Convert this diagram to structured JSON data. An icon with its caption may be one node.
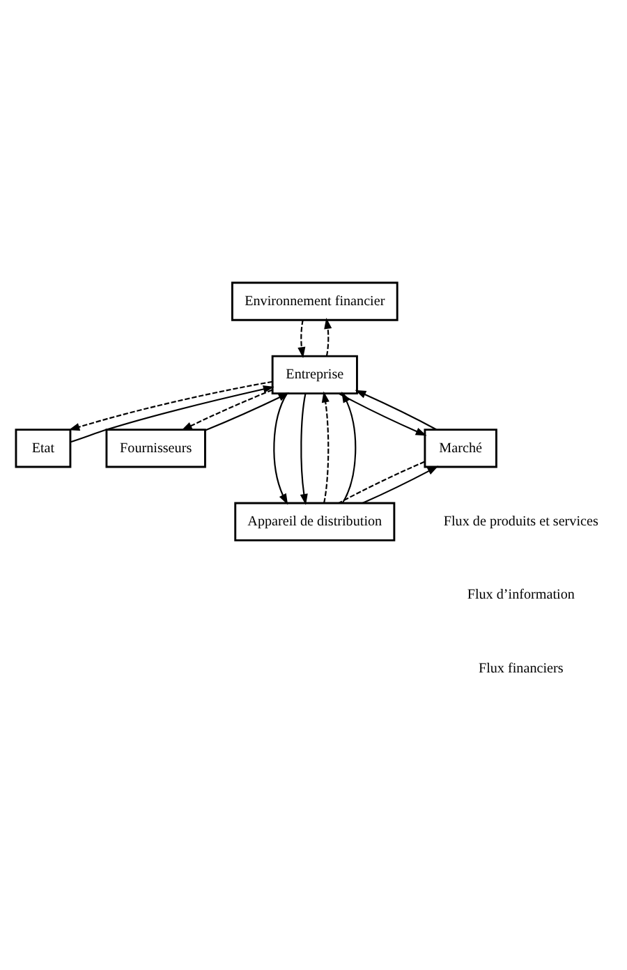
{
  "diagram": {
    "nodes": [
      {
        "text": [
          "Environnement financier"
        ]
      },
      {
        "text": [
          "Etat"
        ]
      },
      {
        "text": [
          "Fournisseurs"
        ]
      },
      {
        "text": [
          "Entreprise"
        ]
      },
      {
        "text": [
          "Appareil de distribution"
        ]
      },
      {
        "text": [
          "Marché"
        ]
      }
    ],
    "edges": [
      {
        "from": 3,
        "to": 0,
        "arrow": "to",
        "style": "dashed"
      },
      {
        "from": 0,
        "to": 3,
        "arrow": "to",
        "style": "dashed"
      },
      {
        "from": 1,
        "to": 3,
        "arrow": "to"
      },
      {
        "from": 3,
        "to": 1,
        "arrow": "to",
        "style": "dashed"
      },
      {
        "from": 2,
        "to": 3,
        "arrow": "to"
      },
      {
        "from": 3,
        "to": 2,
        "arrow": "to",
        "style": "dashed"
      },
      {
        "from": 3,
        "to": 4,
        "arrow": "to"
      },
      {
        "from": 3,
        "to": 4,
        "arrow": "to"
      },
      {
        "from": 4,
        "to": 3,
        "arrow": "to",
        "style": "dashed"
      },
      {
        "from": 4,
        "to": 3,
        "arrow": "to"
      },
      {
        "from": 4,
        "to": 5,
        "arrow": "to"
      },
      {
        "from": 5,
        "to": 4,
        "arrow": "none",
        "style": "dashed"
      },
      {
        "from": 3,
        "to": 5,
        "arrow": "to"
      },
      {
        "from": 5,
        "to": 3,
        "arrow": "to"
      }
    ],
    "legend": [
      {
        "text": "Flux de produits et services"
      },
      {
        "text": "Flux d’information"
      },
      {
        "text": "Flux financiers"
      }
    ]
  }
}
